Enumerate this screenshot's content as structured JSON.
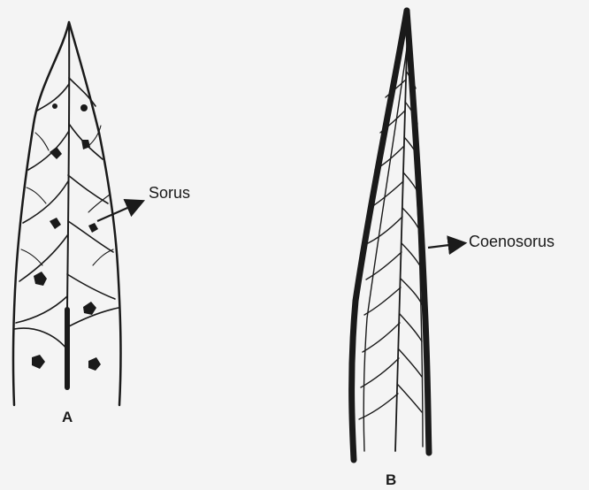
{
  "figure": {
    "panel_a": {
      "letter": "A",
      "callout": "Sorus"
    },
    "panel_b": {
      "letter": "B",
      "callout": "Coenosorus"
    }
  },
  "colors": {
    "ink": "#1a1a1a",
    "paper": "#f4f4f4"
  }
}
